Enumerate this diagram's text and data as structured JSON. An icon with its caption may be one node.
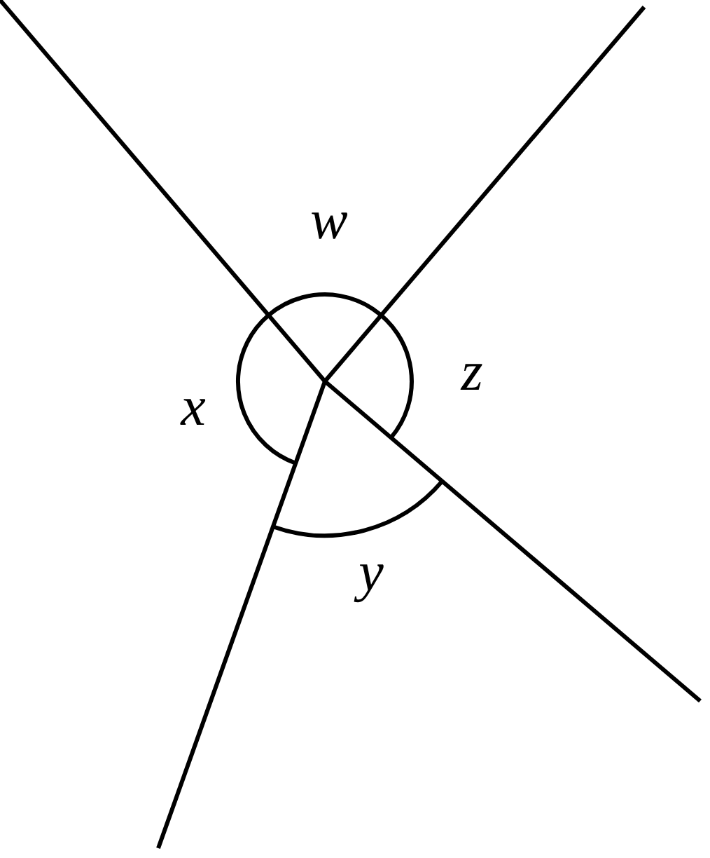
{
  "diagram": {
    "labels": [
      "w",
      "z",
      "x",
      "y"
    ]
  }
}
